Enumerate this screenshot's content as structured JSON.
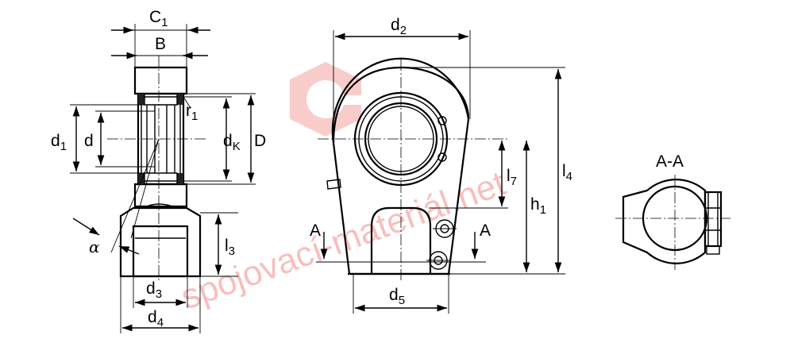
{
  "labels": {
    "c1": {
      "main": "C",
      "sub": "1"
    },
    "b": {
      "main": "B"
    },
    "r1": {
      "main": "r",
      "sub": "1"
    },
    "d1": {
      "main": "d",
      "sub": "1"
    },
    "d": {
      "main": "d"
    },
    "dk": {
      "main": "d",
      "sub": "K"
    },
    "D": {
      "main": "D"
    },
    "alpha": {
      "main": "α"
    },
    "l3": {
      "main": "l",
      "sub": "3"
    },
    "d3": {
      "main": "d",
      "sub": "3"
    },
    "d4": {
      "main": "d",
      "sub": "4"
    },
    "d2": {
      "main": "d",
      "sub": "2"
    },
    "l7": {
      "main": "l",
      "sub": "7"
    },
    "h1": {
      "main": "h",
      "sub": "1"
    },
    "l4": {
      "main": "l",
      "sub": "4"
    },
    "d5": {
      "main": "d",
      "sub": "5"
    },
    "a_left": {
      "main": "A"
    },
    "a_right": {
      "main": "A"
    },
    "section": {
      "main": "A-A"
    }
  },
  "watermark": {
    "text": "spojovací-materiál.net",
    "color": "#f07070"
  }
}
